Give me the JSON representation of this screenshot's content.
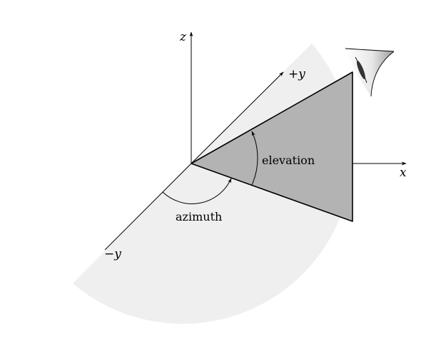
{
  "axes": {
    "z_label": "z",
    "x_label": "x",
    "plus_y_label": "+y",
    "minus_y_label": "−y"
  },
  "angles": {
    "azimuth_label": "azimuth",
    "elevation_label": "elevation"
  },
  "colors": {
    "background": "#ffffff",
    "sector_fill": "#efefef",
    "triangle_fill": "#b3b3b3",
    "line": "#000000"
  },
  "icons": {
    "viewer": "eye-icon"
  }
}
